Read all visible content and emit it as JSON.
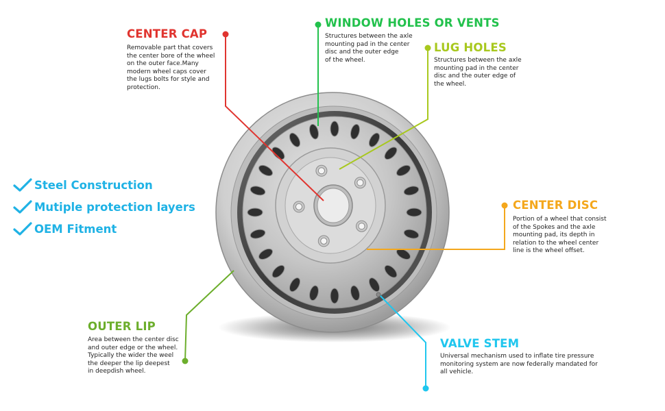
{
  "colors": {
    "center_cap": "#e0342f",
    "window_holes": "#22c14c",
    "lug_holes": "#a8c81e",
    "center_disc": "#f4a71c",
    "valve_stem": "#1fc6ee",
    "outer_lip": "#6cae2c",
    "features": "#1fb2e5"
  },
  "features": [
    {
      "label": "Steel Construction",
      "icon": "checkmark-icon"
    },
    {
      "label": "Mutiple protection layers",
      "icon": "checkmark-icon"
    },
    {
      "label": "OEM Fitment",
      "icon": "checkmark-icon"
    }
  ],
  "callouts": {
    "center_cap": {
      "title": "CENTER CAP",
      "description": "Removable part that covers\nthe center bore of the wheel\non the outer face.Many\nmodern wheel caps cover\nthe lugs bolts for style and\nprotection."
    },
    "window_holes": {
      "title": "WINDOW HOLES OR VENTS",
      "description": "Structures between the axle\nmounting pad in the center\ndisc and the outer edge\nof the wheel."
    },
    "lug_holes": {
      "title": "LUG HOLES",
      "description": "Structures between the axle\nmounting pad in the center\ndisc and the outer edge of\nthe wheel."
    },
    "center_disc": {
      "title": "CENTER DISC",
      "description": "Portion of a wheel that consist\nof the Spokes and the axle\nmounting pad, its depth in\nrelation to the wheel center\nline is the wheel offset."
    },
    "valve_stem": {
      "title": "VALVE STEM",
      "description": "Universal mechanism used to inflate tire pressure\nmonitoring system are now federally mandated for\nall vehicle."
    },
    "outer_lip": {
      "title": "OUTER LIP",
      "description": "Area between the center disc\nand outer edge or the wheel.\nTypically the wider the weel\nthe deeper the lip deepest\nin deepdish wheel."
    }
  }
}
